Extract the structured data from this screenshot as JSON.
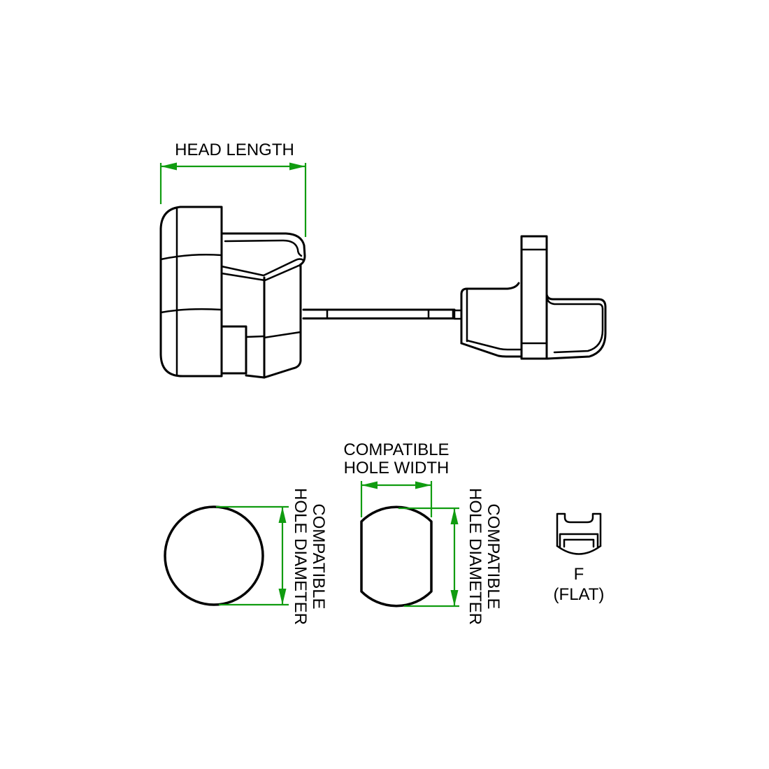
{
  "colors": {
    "line": "#000000",
    "dimension": "#109c10",
    "background": "#ffffff"
  },
  "dimensions": {
    "head_length": {
      "label": "HEAD LENGTH"
    },
    "hole_width": {
      "label_line1": "COMPATIBLE",
      "label_line2": "HOLE WIDTH"
    },
    "round_hole_diameter": {
      "label_line1": "COMPATIBLE",
      "label_line2": "HOLE DIAMETER"
    },
    "double_d_hole_diameter": {
      "label_line1": "COMPATIBLE",
      "label_line2": "HOLE DIAMETER"
    }
  },
  "flat_profile": {
    "letter": "F",
    "caption": "(FLAT)"
  }
}
